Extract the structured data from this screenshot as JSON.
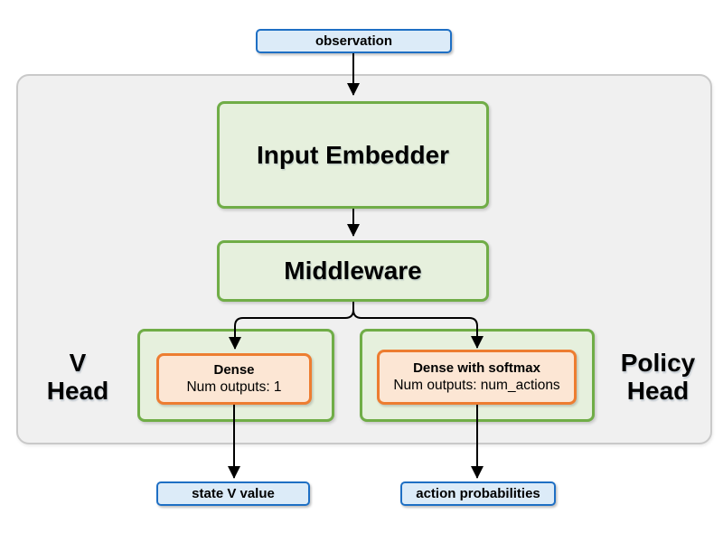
{
  "diagram": {
    "input_node": {
      "label": "observation"
    },
    "network": {
      "input_embedder": {
        "label": "Input Embedder"
      },
      "middleware": {
        "label": "Middleware"
      },
      "v_head": {
        "label_line1": "V",
        "label_line2": "Head",
        "layer_title": "Dense",
        "layer_subtitle": "Num outputs: 1"
      },
      "policy_head": {
        "label_line1": "Policy",
        "label_line2": "Head",
        "layer_title": "Dense with softmax",
        "layer_subtitle": "Num outputs: num_actions"
      }
    },
    "output_nodes": [
      {
        "label": "state V value"
      },
      {
        "label": "action probabilities"
      }
    ],
    "colors": {
      "io_node_border": "#1e6fc4",
      "io_node_fill": "#dcebf8",
      "block_border": "#70ad47",
      "block_fill": "#e6f0dd",
      "layer_border": "#ed7d31",
      "layer_fill": "#fce6d4",
      "container_fill": "#f0f0f0",
      "container_border": "#c9c9c9",
      "arrow": "#000000"
    }
  }
}
